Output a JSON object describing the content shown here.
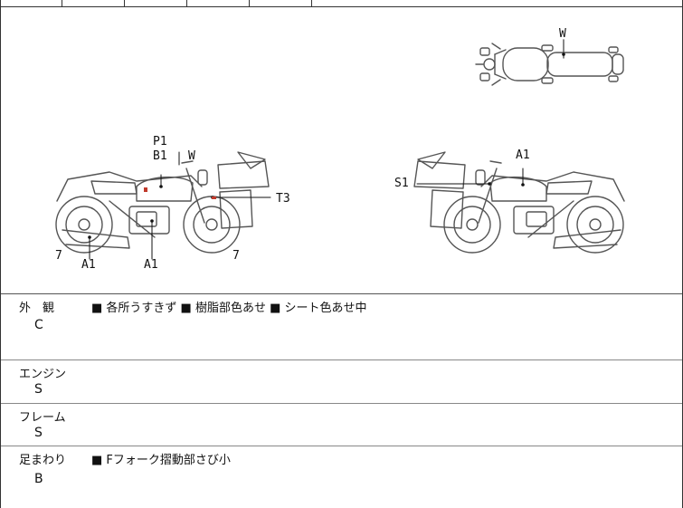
{
  "diagram": {
    "top_view": {
      "labels": [
        "W"
      ]
    },
    "left_view": {
      "labels": [
        "P1",
        "B1",
        "W",
        "T3",
        "7",
        "A1",
        "A1",
        "7"
      ]
    },
    "right_view": {
      "labels": [
        "A1",
        "S1"
      ]
    }
  },
  "sections": [
    {
      "name": "外　観",
      "grade": "C",
      "notes": "■ 各所うすきず ■ 樹脂部色あせ ■ シート色あせ中"
    },
    {
      "name": "エンジン",
      "grade": "S",
      "notes": ""
    },
    {
      "name": "フレーム",
      "grade": "S",
      "notes": ""
    },
    {
      "name": "足まわり",
      "grade": "B",
      "notes": "■ Fフォーク摺動部さび小"
    }
  ]
}
